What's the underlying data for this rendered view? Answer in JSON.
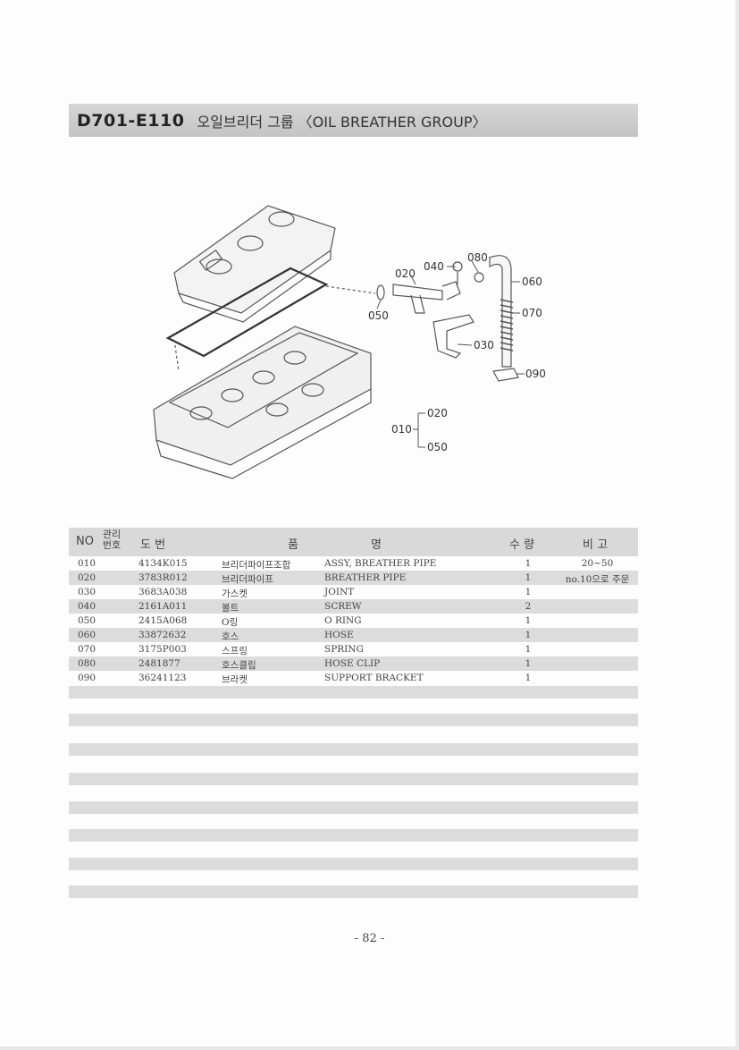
{
  "header": {
    "code": "D701-E110",
    "title": "오일브리더 그룹 〈OIL BREATHER GROUP〉"
  },
  "diagram": {
    "callouts": [
      "020",
      "040",
      "080",
      "060",
      "070",
      "050",
      "030",
      "090",
      "010",
      "020",
      "050"
    ]
  },
  "table": {
    "headers": {
      "no": "NO",
      "mgmt": "관리번호",
      "part_no": "도  번",
      "name_a": "품",
      "name_b": "명",
      "qty": "수  량",
      "remarks": "비  고"
    },
    "rows": [
      {
        "no": "010",
        "part_no": "4134K015",
        "name_kr": "브리더파이프조합",
        "name_en": "ASSY, BREATHER PIPE",
        "qty": "1",
        "remarks": "20~50"
      },
      {
        "no": "020",
        "part_no": "3783R012",
        "name_kr": "브리더파이프",
        "name_en": "BREATHER PIPE",
        "qty": "1",
        "remarks": "no.10으로 주문"
      },
      {
        "no": "030",
        "part_no": "3683A038",
        "name_kr": "가스켓",
        "name_en": "JOINT",
        "qty": "1",
        "remarks": ""
      },
      {
        "no": "040",
        "part_no": "2161A011",
        "name_kr": "볼트",
        "name_en": "SCREW",
        "qty": "2",
        "remarks": ""
      },
      {
        "no": "050",
        "part_no": "2415A068",
        "name_kr": "O링",
        "name_en": "O RING",
        "qty": "1",
        "remarks": ""
      },
      {
        "no": "060",
        "part_no": "33872632",
        "name_kr": "호스",
        "name_en": "HOSE",
        "qty": "1",
        "remarks": ""
      },
      {
        "no": "070",
        "part_no": "3175P003",
        "name_kr": "스프링",
        "name_en": "SPRING",
        "qty": "1",
        "remarks": ""
      },
      {
        "no": "080",
        "part_no": "2481877",
        "name_kr": "호스클립",
        "name_en": "HOSE CLIP",
        "qty": "1",
        "remarks": ""
      },
      {
        "no": "090",
        "part_no": "36241123",
        "name_kr": "브라켓",
        "name_en": "SUPPORT BRACKET",
        "qty": "1",
        "remarks": ""
      }
    ]
  },
  "page_number": "- 82 -"
}
